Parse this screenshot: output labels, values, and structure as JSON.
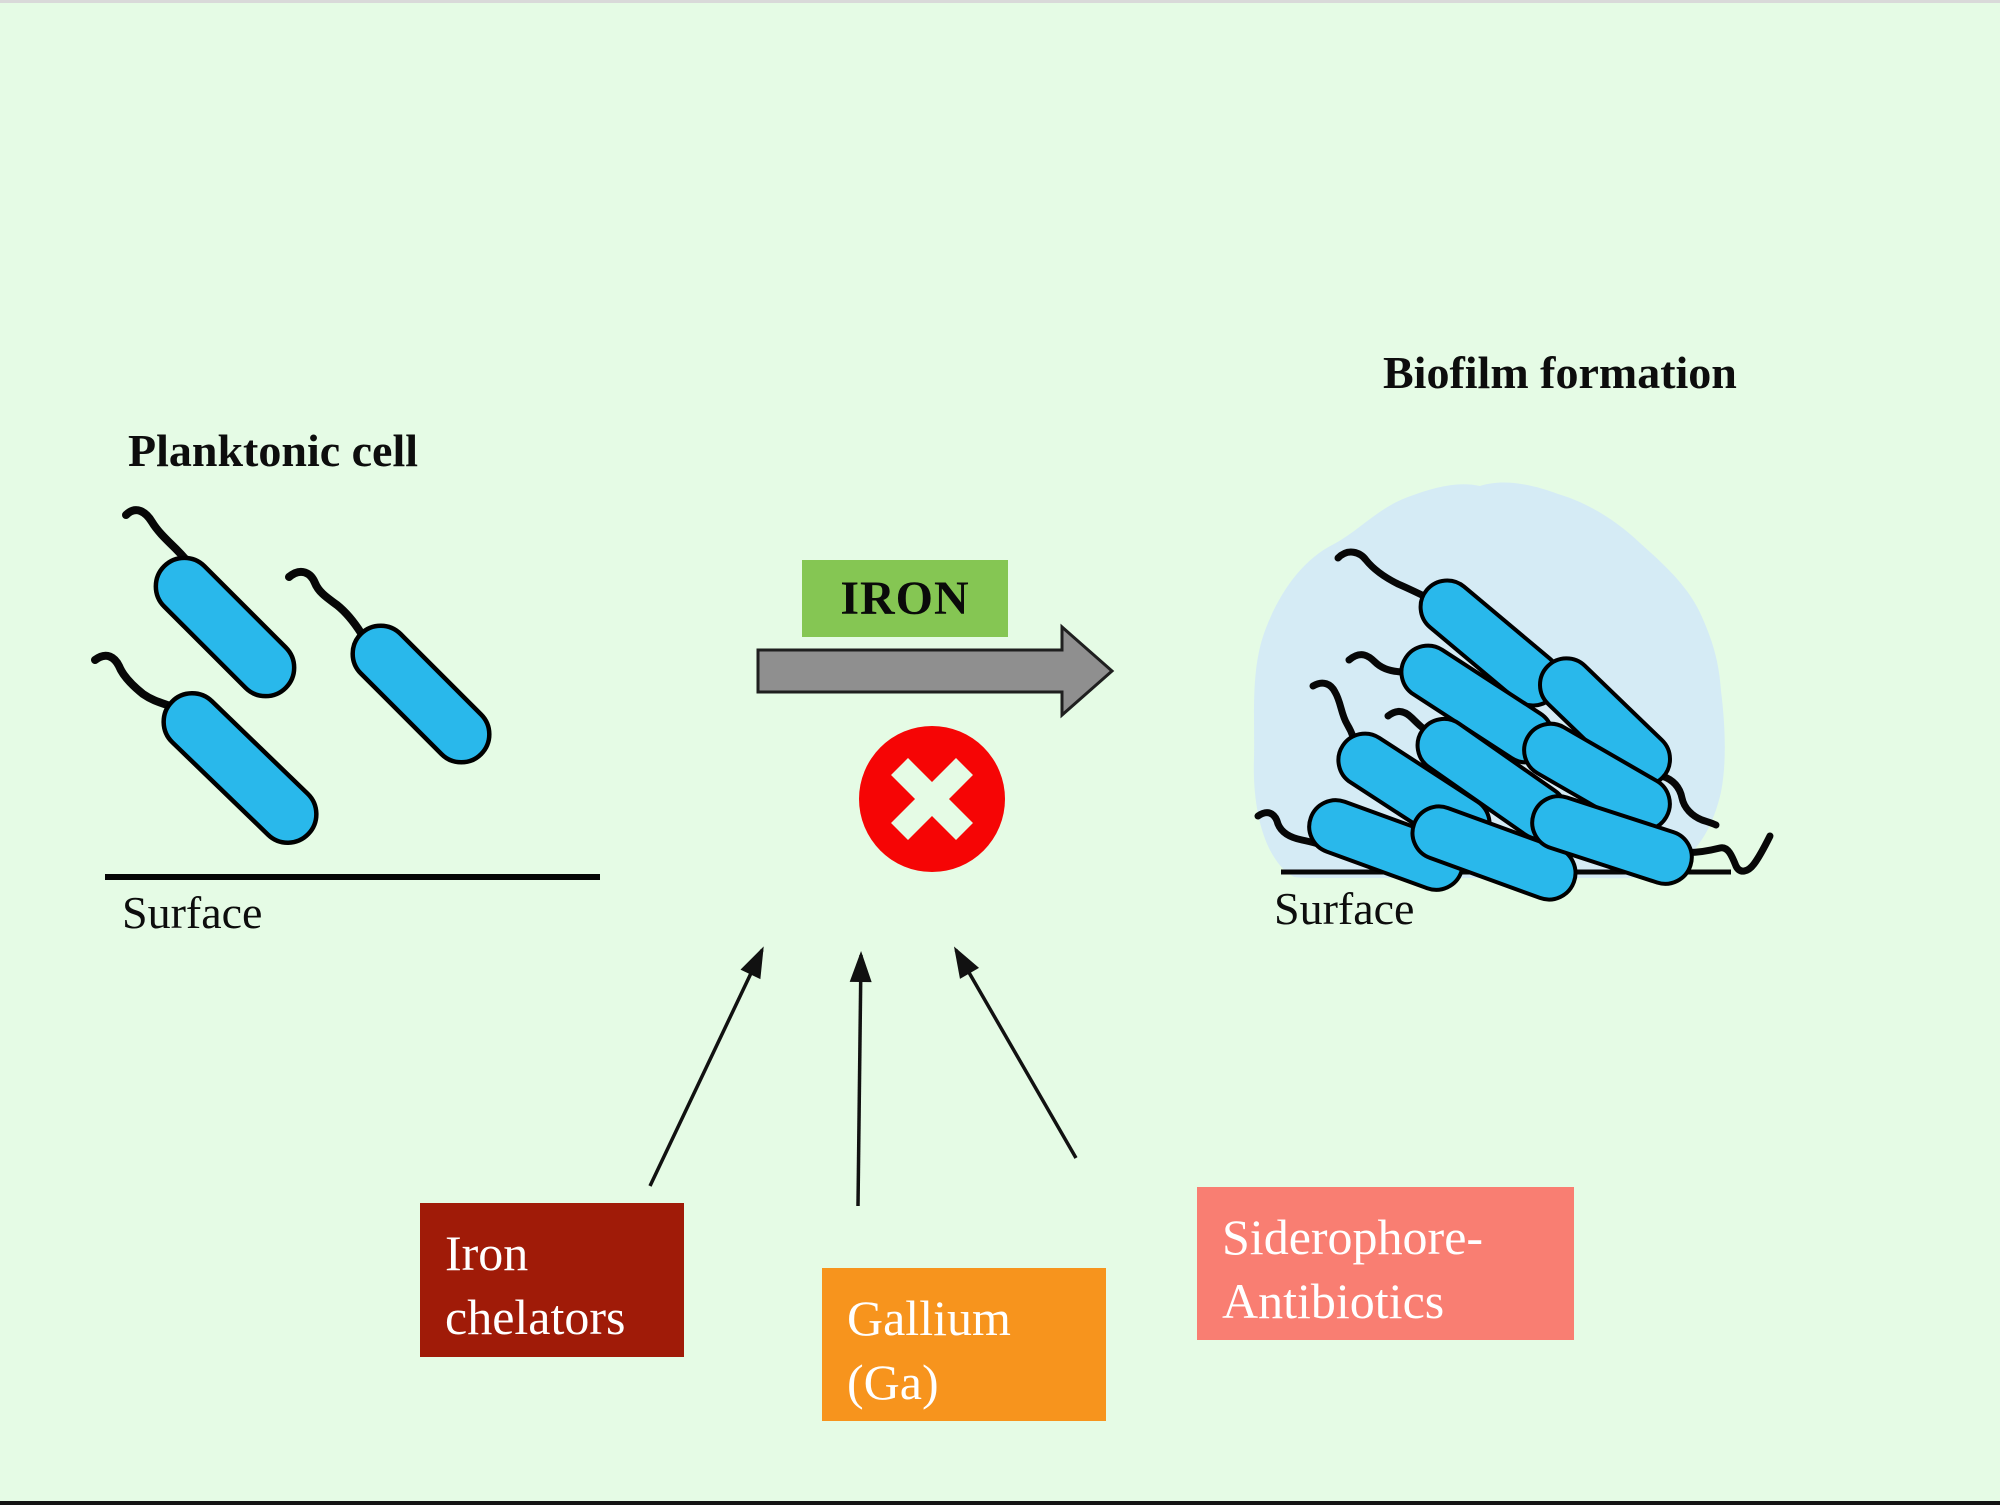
{
  "labels": {
    "planktonic_title": "Planktonic cell",
    "biofilm_title": "Biofilm formation",
    "surface_left": "Surface",
    "surface_right": "Surface",
    "iron": "IRON"
  },
  "inhibitors": {
    "iron_chelators": {
      "line1": "Iron",
      "line2": "chelators",
      "color": "#A01B08"
    },
    "gallium": {
      "line1": "Gallium",
      "line2": "(Ga)",
      "color": "#F7941D"
    },
    "siderophore_antibiotics": {
      "line1": "Siderophore-",
      "line2": "Antibiotics",
      "color": "#F97E72"
    }
  },
  "colors": {
    "background": "#E5FBE5",
    "bacteria_fill": "#29B8EB",
    "bacteria_outline": "#000000",
    "biofilm_matrix": "#D5EBF5",
    "iron_box": "#85C653",
    "blocked_symbol": "#F60505",
    "flow_arrow": "#8F8F8F"
  },
  "icons": {
    "blocked_cross_icon": "red circle with cross blocking iron supply"
  }
}
